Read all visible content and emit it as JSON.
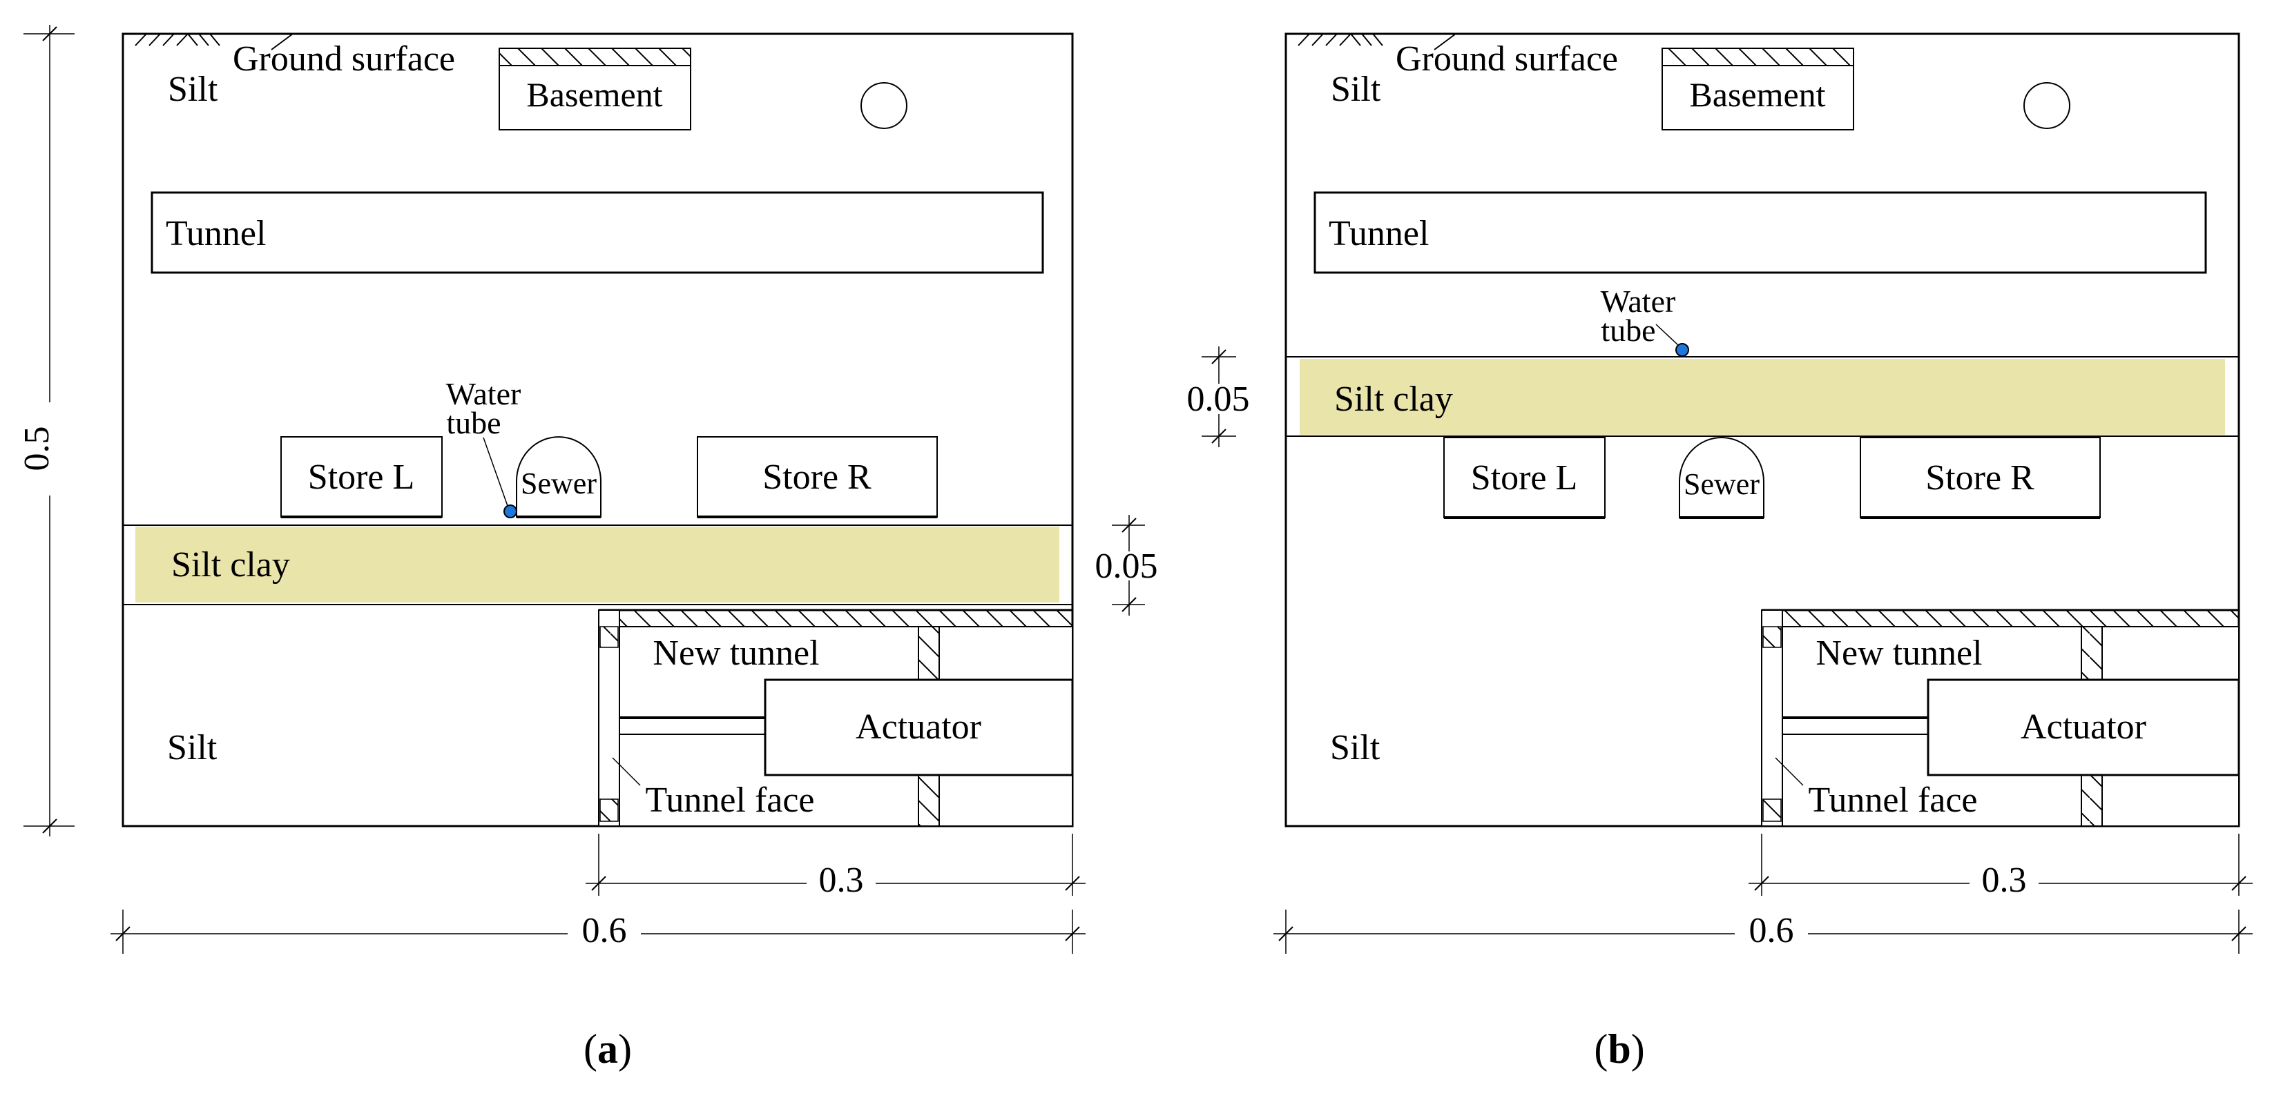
{
  "colors": {
    "background": "#ffffff",
    "line": "#000000",
    "silt_clay_fill": "#e9e4aa",
    "water_tube_dot": "#1e78dc"
  },
  "labels": {
    "ground_surface": "Ground surface",
    "silt": "Silt",
    "basement": "Basement",
    "tunnel": "Tunnel",
    "water_tube_line1": "Water",
    "water_tube_line2": "tube",
    "store_l": "Store L",
    "sewer": "Sewer",
    "store_r": "Store R",
    "silt_clay": "Silt clay",
    "new_tunnel": "New tunnel",
    "actuator": "Actuator",
    "tunnel_face": "Tunnel face"
  },
  "dimensions": {
    "model_height": "0.5",
    "silt_clay_thickness": "0.05",
    "new_tunnel_length": "0.3",
    "model_width": "0.6"
  },
  "captions": {
    "a_open": "(",
    "a_letter": "a",
    "a_close": ")",
    "b_open": "(",
    "b_letter": "b",
    "b_close": ")"
  }
}
